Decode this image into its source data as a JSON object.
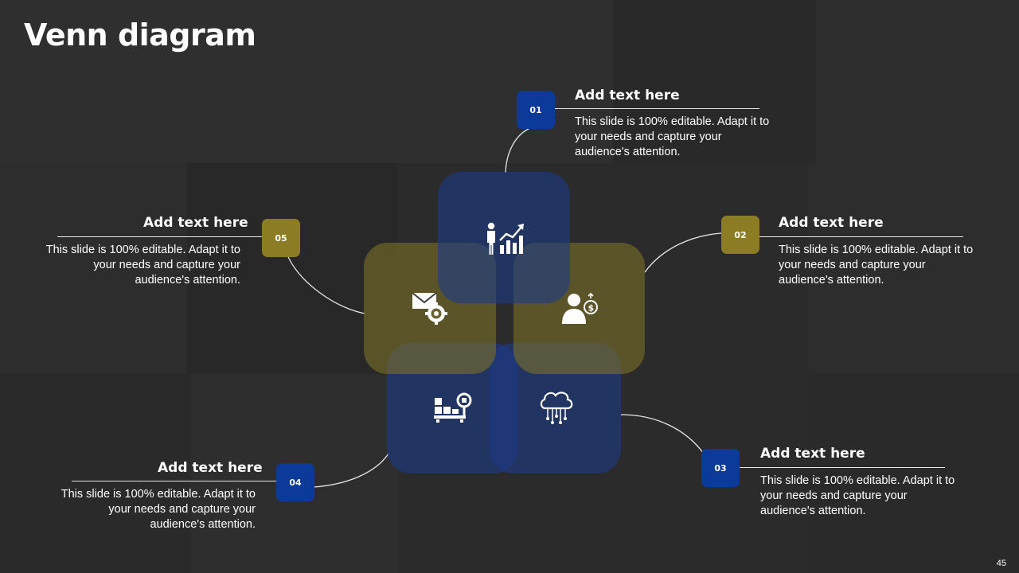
{
  "title": "Venn diagram",
  "slide_number": "45",
  "colors": {
    "blue": "#0b3a9a",
    "olive": "#8c7c23",
    "background": "#2c2c2c"
  },
  "items": [
    {
      "number": "01",
      "heading": "Add text here",
      "text": "This slide is 100% editable. Adapt it to your needs and capture your audience's attention.",
      "icon": "person-chart-icon"
    },
    {
      "number": "02",
      "heading": "Add text here",
      "text": "This slide is 100% editable. Adapt it to your needs and capture your audience's attention.",
      "icon": "person-money-icon"
    },
    {
      "number": "03",
      "heading": "Add text here",
      "text": "This slide is 100% editable. Adapt it to your needs and capture your audience's attention.",
      "icon": "cloud-network-icon"
    },
    {
      "number": "04",
      "heading": "Add text here",
      "text": "This slide is 100% editable. Adapt it to your needs and capture your audience's attention.",
      "icon": "inventory-search-icon"
    },
    {
      "number": "05",
      "heading": "Add text here",
      "text": "This slide is 100% editable. Adapt it to your needs and capture your audience's attention.",
      "icon": "email-gear-icon"
    }
  ]
}
